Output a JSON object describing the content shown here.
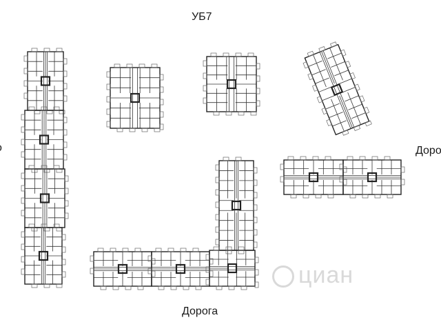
{
  "labels": {
    "top": "УБ7",
    "bottom": "Дорога",
    "right": "Дорог",
    "left": "о"
  },
  "watermark": "циан",
  "colors": {
    "wall": "#222222",
    "text": "#1a1a1a",
    "watermark": "#d9d9d9"
  },
  "icons": {
    "watermark": "cian-logo-icon"
  }
}
